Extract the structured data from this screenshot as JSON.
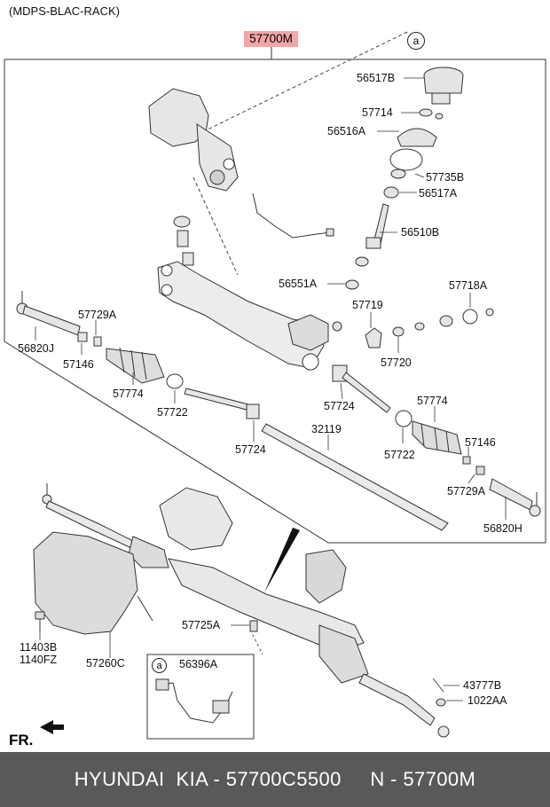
{
  "diagram": {
    "header": "(MDPS-BLAC-RACK)",
    "main_part": "57700M",
    "ref_marker": "a",
    "front_label": "FR.",
    "inset": {
      "marker": "a",
      "part": "56396A"
    },
    "labels": [
      "56517B",
      "57714",
      "56516A",
      "57735B",
      "56517A",
      "56510B",
      "56551A",
      "57718A",
      "57719",
      "57720",
      "57729A",
      "56820J",
      "57146",
      "57774",
      "57722",
      "57724",
      "57724",
      "32119",
      "57774",
      "57722",
      "57146",
      "57729A",
      "56820H",
      "11403B",
      "1140FZ",
      "57260C",
      "57725A",
      "43777B",
      "1022AA"
    ]
  },
  "footer": {
    "text": "HYUNDAI  KIA - 57700C5500     N - 57700M"
  }
}
